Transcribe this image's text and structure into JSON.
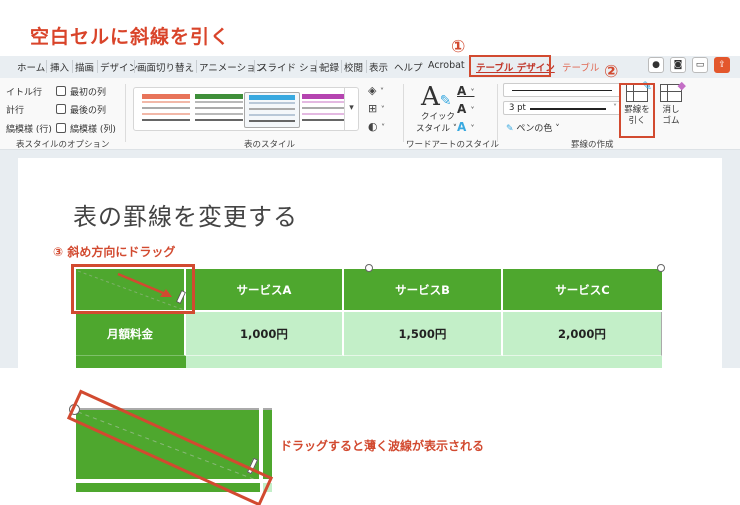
{
  "heading": "空白セルに斜線を引く",
  "ribbon_tabs": [
    {
      "label": "ホーム"
    },
    {
      "label": "挿入"
    },
    {
      "label": "描画"
    },
    {
      "label": "デザイン"
    },
    {
      "label": "画面切り替え"
    },
    {
      "label": "アニメーション"
    },
    {
      "label": "スライド ショー"
    },
    {
      "label": "記録"
    },
    {
      "label": "校閲"
    },
    {
      "label": "表示"
    },
    {
      "label": "ヘルプ"
    },
    {
      "label": "Acrobat"
    },
    {
      "label": "テーブル デザイン",
      "active": true
    },
    {
      "label": "テーブル"
    }
  ],
  "steps": {
    "one": "①",
    "two": "②",
    "three": "③"
  },
  "table_style_options": {
    "rows": [
      {
        "left": "イトル行",
        "right": "最初の列"
      },
      {
        "left": "計行",
        "right": "最後の列"
      },
      {
        "left": "縞模様 (行)",
        "right": "縞模様 (列)"
      }
    ],
    "group_label": "表スタイルのオプション"
  },
  "table_styles": {
    "swatches": [
      {
        "name": "orange",
        "head": "#e8745a",
        "line": "#f2b8a8"
      },
      {
        "name": "green",
        "head": "#3f8f3a",
        "line": "#b9b9b9"
      },
      {
        "name": "blue",
        "head": "#39a9e0",
        "line": "#b9c8d8",
        "selected": true
      },
      {
        "name": "purple",
        "head": "#b544b0",
        "line": "#e4b9e2"
      }
    ],
    "more": "▾",
    "group_label": "表のスタイル"
  },
  "wordart": {
    "quick_style_line1": "クイック",
    "quick_style_line2": "スタイル ˅",
    "group_label": "ワードアートのスタイル"
  },
  "draw_borders": {
    "pen_weight": "3 pt",
    "pen_color": "ペンの色 ˅",
    "draw_table_line1": "罫線を",
    "draw_table_line2": "引く",
    "eraser_line1": "消し",
    "eraser_line2": "ゴム",
    "group_label": "罫線の作成"
  },
  "slide": {
    "title": "表の罫線を変更する",
    "callout": "斜め方向にドラッグ",
    "table": {
      "headers": [
        "",
        "サービスA",
        "サービスB",
        "サービスC"
      ],
      "rows": [
        [
          "月額料金",
          "1,000円",
          "1,500円",
          "2,000円"
        ]
      ]
    }
  },
  "bottom_callout": "ドラッグすると薄く波線が表示される",
  "colors": {
    "accent": "#d24a30",
    "header_green": "#4ea72e",
    "body_green": "#c3efc8"
  }
}
